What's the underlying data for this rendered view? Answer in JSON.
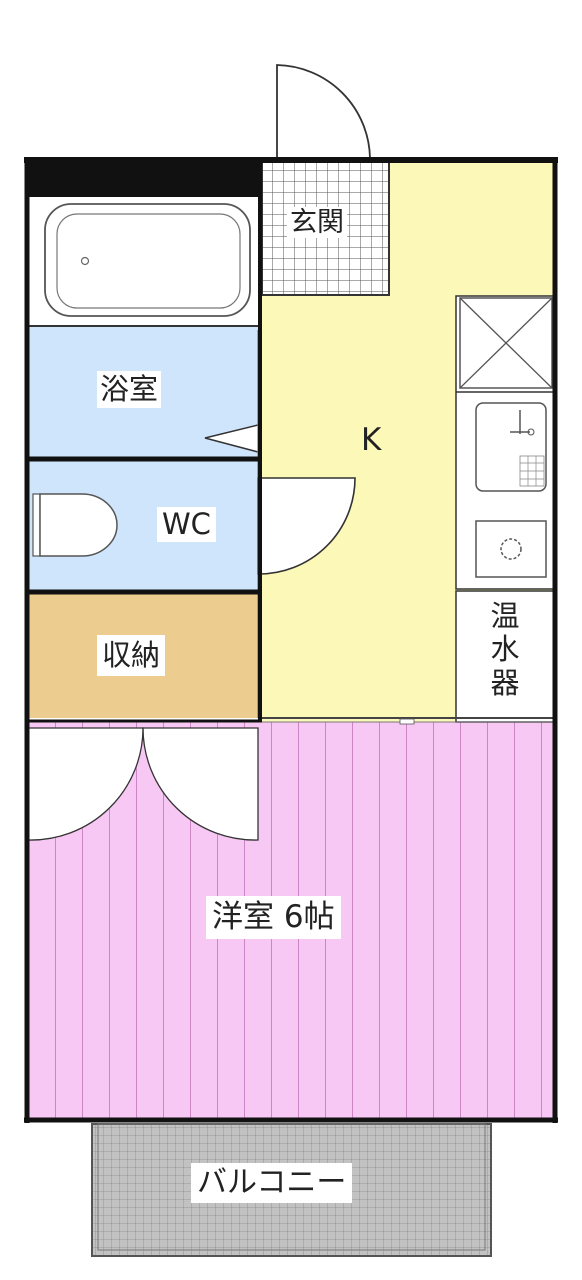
{
  "rooms": {
    "entrance": {
      "label": "玄関",
      "color": "#ffffff"
    },
    "bath": {
      "label": "浴室",
      "color": "#cfe5fb"
    },
    "wc": {
      "label": "WC",
      "color": "#cfe5fb"
    },
    "storage": {
      "label": "収納",
      "color": "#eccd8f"
    },
    "kitchen": {
      "label": "K",
      "color": "#fbf8b8"
    },
    "water_heater": {
      "chars": [
        "温",
        "水",
        "器"
      ],
      "color": "#ffffff"
    },
    "western_room": {
      "label": "洋室 6帖",
      "color": "#f8c8f4"
    },
    "balcony": {
      "label": "バルコニー",
      "color": "#bcbcbc"
    }
  },
  "colors": {
    "wall": "#111111",
    "line": "#333333",
    "stripe": "#b05aa8",
    "balcony_grid": "#8a8a8a"
  }
}
